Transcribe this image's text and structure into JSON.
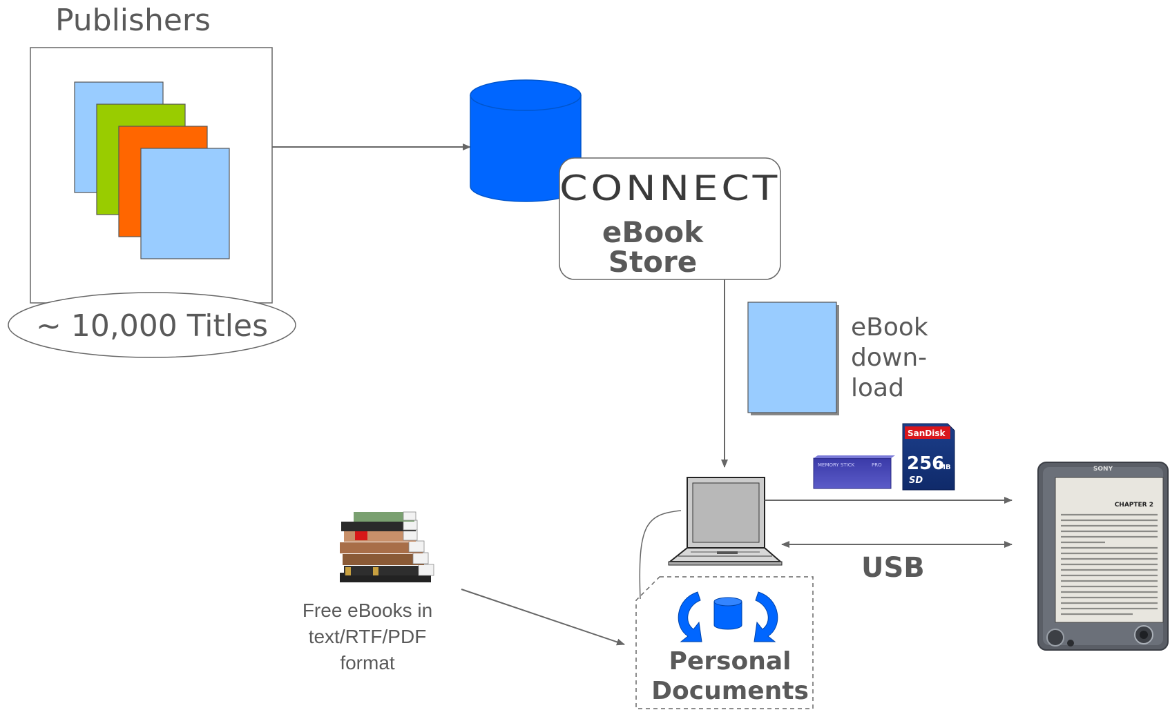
{
  "publishers": {
    "title": "Publishers",
    "titles_count": "~ 10,000 Titles"
  },
  "store": {
    "brand": "CONNECT",
    "name_line1": "eBook",
    "name_line2": "Store"
  },
  "download": {
    "line1": "eBook",
    "line2": "down-",
    "line3": "load"
  },
  "free_books": {
    "line1": "Free eBooks in",
    "line2": "text/RTF/PDF",
    "line3": "format"
  },
  "personal_docs": {
    "line1": "Personal",
    "line2": "Documents"
  },
  "connection": {
    "usb_label": "USB"
  },
  "memory": {
    "sd_brand": "SanDisk",
    "sd_capacity": "256",
    "sd_unit": "MB",
    "sd_logo": "SD",
    "memory_stick_label": "MEMORY STICK",
    "memory_stick_pro": "PRO"
  },
  "reader": {
    "brand": "SONY",
    "chapter": "CHAPTER 2"
  },
  "colors": {
    "doc_light_blue": "#99ccff",
    "doc_green": "#99cc00",
    "doc_orange": "#ff6600",
    "database_blue": "#0066ff",
    "arrow_gray": "#666666",
    "label_gray": "#595959"
  }
}
